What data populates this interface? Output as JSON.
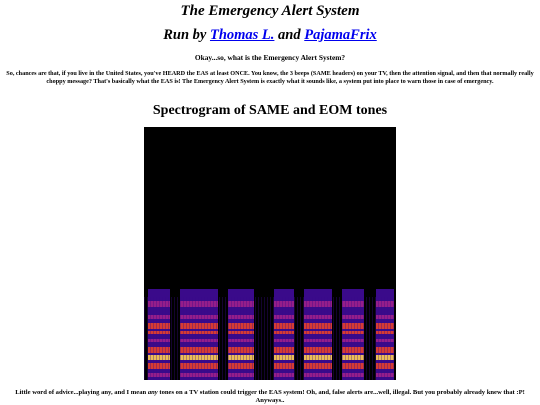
{
  "header": {
    "title": "The Emergency Alert System",
    "run_by_prefix": "Run by",
    "author1": "Thomas L.",
    "and_text": "and",
    "author2": "PajamaFrix"
  },
  "intro": {
    "question": "Okay...so, what is the Emergency Alert System?",
    "paragraph": "So, chances are that, if you live in the United States, you've HEARD the EAS at least ONCE. You know, the 3 beeps (SAME headers) on your TV, then the attention signal, and then that normally really choppy message? That's basically what the EAS is! The Emergency Alert System is exactly what it sounds like, a system put into place to warn those in case of emergency."
  },
  "spectrogram": {
    "heading": "Spectrogram of SAME and EOM tones",
    "colors": {
      "background": "#000000",
      "low": "#3a0a8a",
      "mid": "#a0208a",
      "high": "#e8402a",
      "peak": "#ffd050"
    }
  },
  "advice": {
    "part1": "Little word of advice...playing any, and I mean",
    "emphasis": "any",
    "part2": "tones on a TV station could trigger the EAS system! Oh, and, false alerts are...well, illegal. But you probably already knew that :P! Anyways.."
  }
}
